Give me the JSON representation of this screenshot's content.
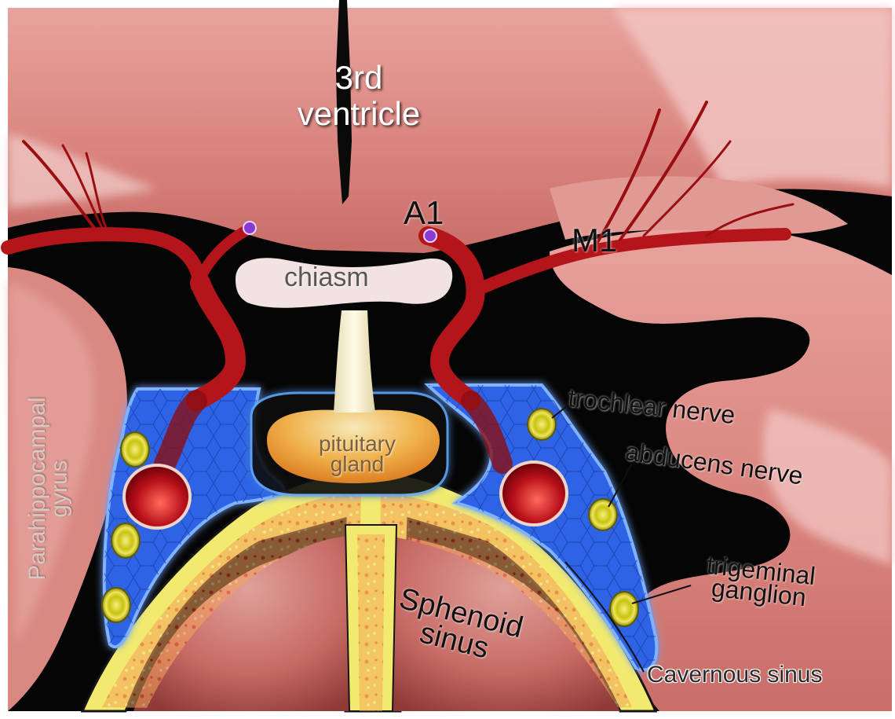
{
  "labels": {
    "third_ventricle_line1": "3rd",
    "third_ventricle_line2": "ventricle",
    "a1": "A1",
    "m1": "M1",
    "chiasm": "chiasm",
    "pituitary_line1": "pituitary",
    "pituitary_line2": "gland",
    "parahippocampal_line1": "Parahippocampal",
    "parahippocampal_line2": "gyrus",
    "trochlear": "trochlear nerve",
    "abducens": "abducens nerve",
    "trigeminal_line1": "trigeminal",
    "trigeminal_line2": "ganglion",
    "sphenoid_line1": "Sphenoid",
    "sphenoid_line2": "sinus",
    "cavernous": "Cavernous sinus"
  },
  "colors": {
    "brain_tissue": "#d98882",
    "artery": "#b3151a",
    "cavernous_sinus": "#2d63e6",
    "nerve": "#d8d21c",
    "bone": "#f2ea6e",
    "pituitary": "#f0a23a",
    "background": "#000000"
  }
}
